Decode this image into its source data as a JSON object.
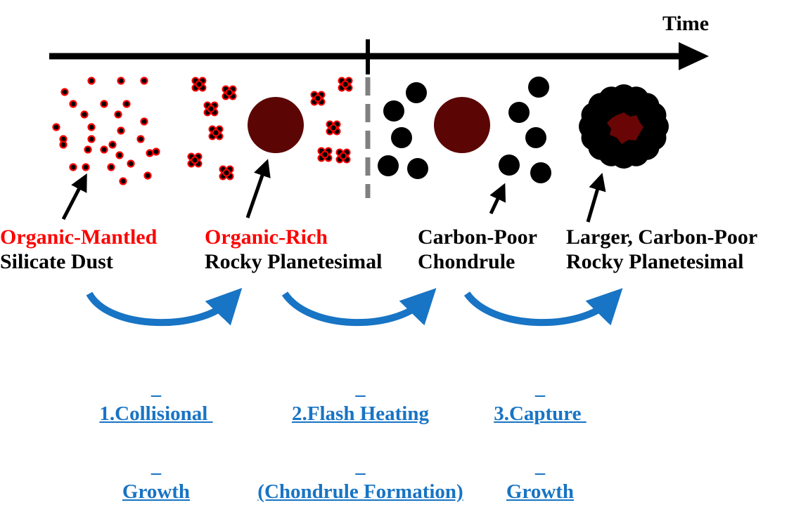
{
  "time_label": "Time",
  "stages": [
    {
      "line1": "Organic-Mantled",
      "line1_color": "#ff0000",
      "line2": "Silicate Dust"
    },
    {
      "line1": "Organic-Rich",
      "line1_color": "#ff0000",
      "line2": "Rocky Planetesimal"
    },
    {
      "line1": "Carbon-Poor",
      "line1_color": "#000000",
      "line2": "Chondrule"
    },
    {
      "line1": "Larger, Carbon-Poor",
      "line1_color": "#000000",
      "line2": "Rocky Planetesimal"
    }
  ],
  "steps": [
    {
      "line1": "1.Collisional ",
      "line2": "Growth"
    },
    {
      "line1": "2.Flash Heating",
      "line2": "(Chondrule Formation)"
    },
    {
      "line1": "3.Capture ",
      "line2": "Growth"
    }
  ],
  "colors": {
    "organic_red": "#ff0000",
    "planetesimal_core": "#5c0505",
    "chondrule_black": "#000000",
    "process_arrow_blue": "#1874c4",
    "divider_gray": "#808080"
  },
  "icons": {
    "time_axis": "right-arrow",
    "dust_grain": "black-dot-with-red-ring",
    "chondrule": "black-circle",
    "planetesimal": "dark-red-circle"
  }
}
